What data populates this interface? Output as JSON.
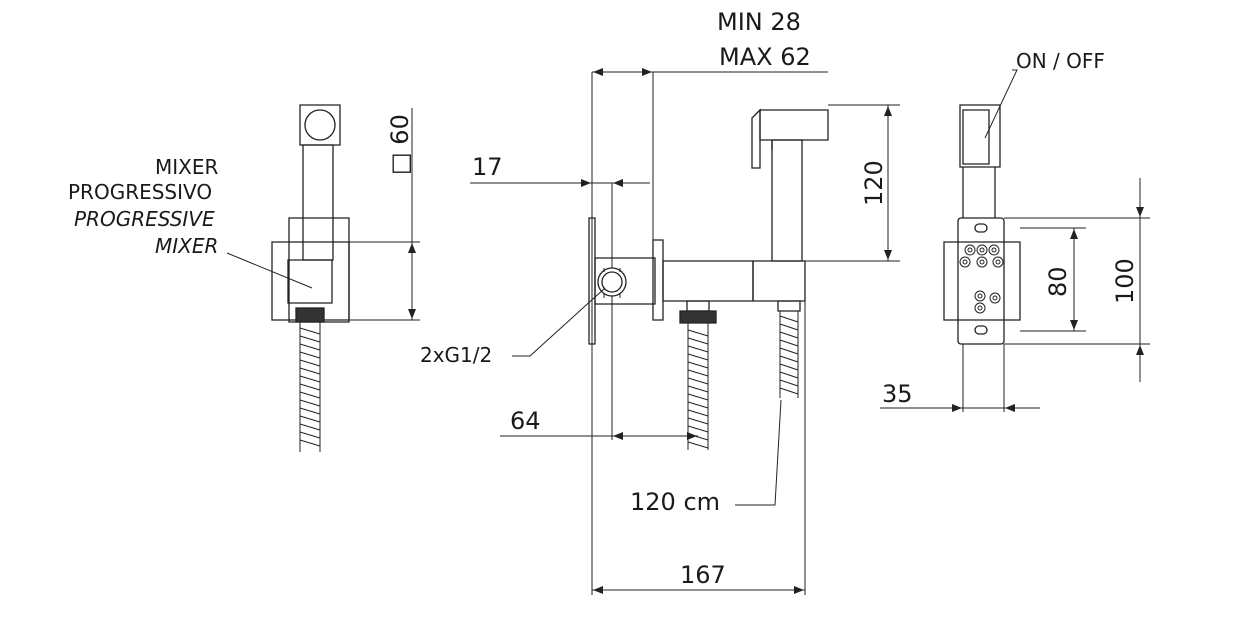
{
  "labels": {
    "min": "MIN 28",
    "max": "MAX 62",
    "onoff": "ON / OFF",
    "mixer_it_1": "MIXER",
    "mixer_it_2": "PROGRESSIVO",
    "mixer_en_1": "PROGRESSIVE",
    "mixer_en_2": "MIXER",
    "square": "□ 60",
    "d17": "17",
    "d120v": "120",
    "thread": "2xG1/2",
    "d64": "64",
    "hose": "120 cm",
    "d167": "167",
    "d80": "80",
    "d100": "100",
    "d35": "35"
  }
}
